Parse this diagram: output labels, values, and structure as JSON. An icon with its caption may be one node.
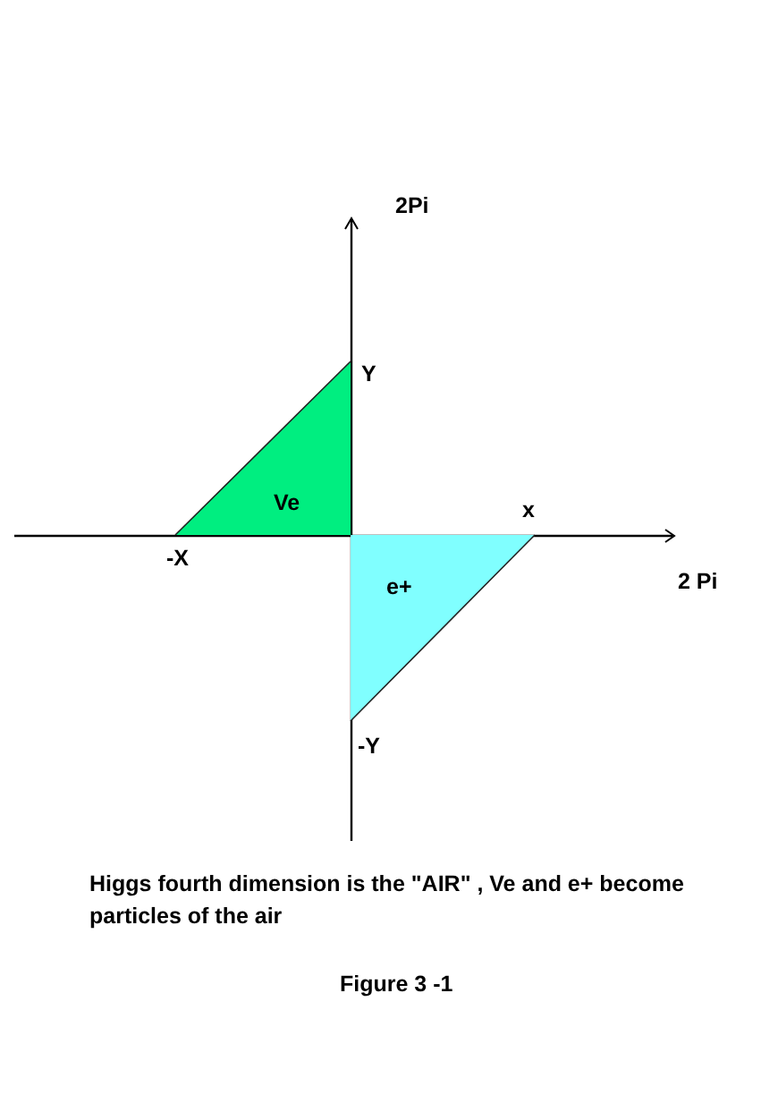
{
  "diagram": {
    "caption": "Higgs fourth dimension is the \"AIR\" , Ve and e+ become particles of the air",
    "nodes": [
      {
        "text": [
          "Ve"
        ]
      },
      {
        "text": [
          "e+"
        ]
      }
    ],
    "labels": [
      "2Pi",
      "Y",
      "x",
      "-X",
      "2 Pi",
      "-Y",
      "Figure 3 -1"
    ]
  }
}
